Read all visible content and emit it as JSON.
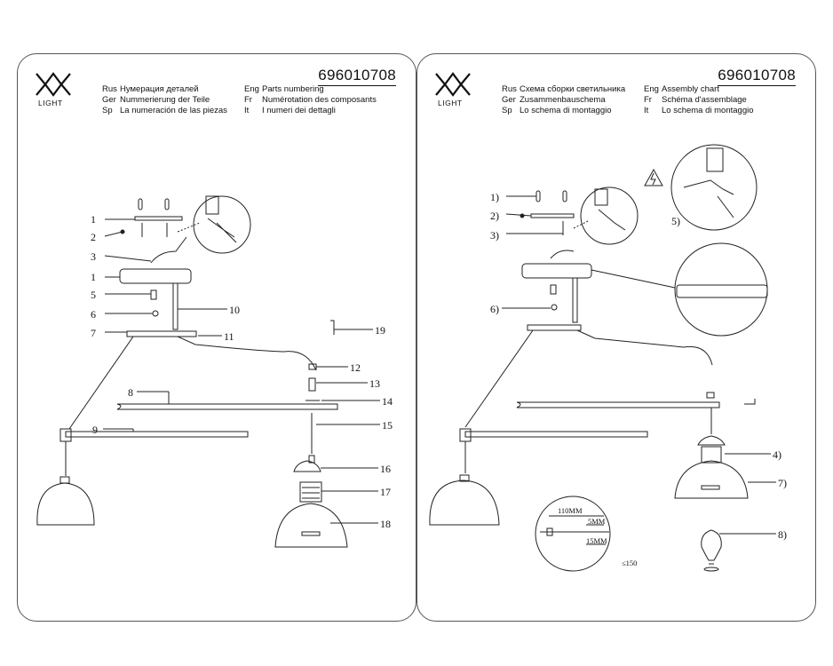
{
  "brand": {
    "logo_text": "LIGHT"
  },
  "left": {
    "code": "696010708",
    "header": [
      {
        "lang": "Rus",
        "text": "Нумерация деталей"
      },
      {
        "lang": "Ger",
        "text": "Nummerierung der Teile"
      },
      {
        "lang": "Sp",
        "text": "La numeración de las piezas"
      },
      {
        "lang": "Eng",
        "text": "Parts numbering"
      },
      {
        "lang": "Fr",
        "text": "Numérotation des composants"
      },
      {
        "lang": "It",
        "text": "I numeri dei dettagli"
      }
    ],
    "labels": [
      "1",
      "2",
      "3",
      "1",
      "5",
      "6",
      "7",
      "8",
      "9",
      "10",
      "11",
      "12",
      "13",
      "14",
      "15",
      "16",
      "17",
      "18",
      "19"
    ]
  },
  "right": {
    "code": "696010708",
    "header": [
      {
        "lang": "Rus",
        "text": "Схема сборки светильника"
      },
      {
        "lang": "Ger",
        "text": "Zusammenbauschema"
      },
      {
        "lang": "Sp",
        "text": "Lo schema di montaggio"
      },
      {
        "lang": "Eng",
        "text": "Assembly chart"
      },
      {
        "lang": "Fr",
        "text": "Schéma d'assemblage"
      },
      {
        "lang": "It",
        "text": "Lo schema di montaggio"
      }
    ],
    "labels": [
      "1)",
      "2)",
      "3)",
      "4)",
      "5)",
      "6)",
      "7)",
      "8)"
    ],
    "dimensions": {
      "d1": "110MM",
      "d2": "5MM",
      "d3": "15MM",
      "d4": "≤150"
    }
  }
}
